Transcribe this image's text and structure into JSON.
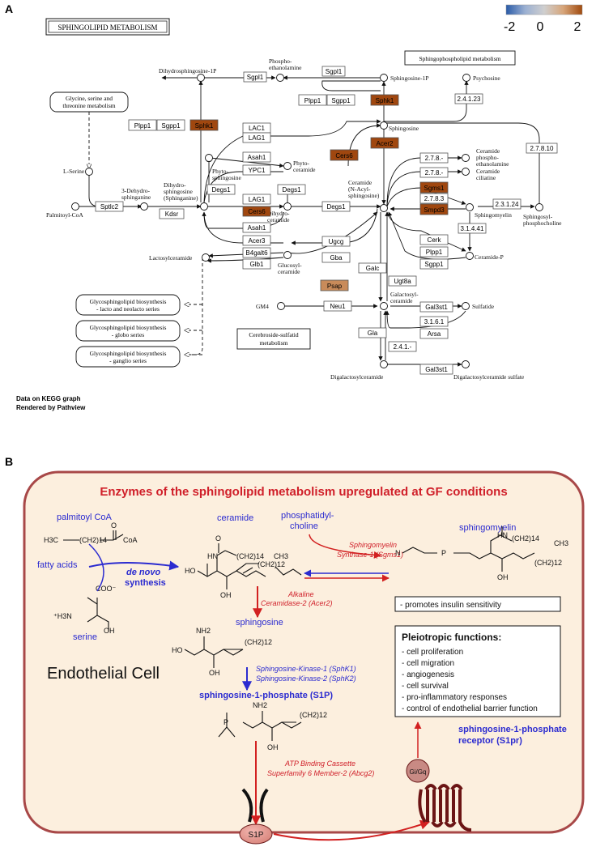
{
  "panelA": {
    "letter": "A",
    "title": "SPHINGOLIPID METABOLISM",
    "legend": {
      "min": "-2",
      "mid": "0",
      "max": "2"
    },
    "footer": [
      "Data on KEGG graph",
      "Rendered by Pathview"
    ],
    "pathway_boxes": {
      "sphingophospholipid": "Sphingophospholipid metabolism",
      "glycine": [
        "Glycine, serine and",
        "threonine metabolism"
      ],
      "cerebroside": [
        "Cerebroside-sulfatid",
        "metabolism"
      ],
      "lacto": [
        "Glycosphingolipid biosynthesis",
        "- lacto and neolacto series"
      ],
      "globo": [
        "Glycosphingolipid biosynthesis",
        "- globo series"
      ],
      "ganglio": [
        "Glycosphingolipid biosynthesis",
        "- ganglio series"
      ]
    },
    "compounds": {
      "dihydrosphingosine1p": "Dihydrosphingosine-1P",
      "phosphoethanolamine": [
        "Phospho-",
        "ethanolamine"
      ],
      "sphingosine1p": "Sphingosine-1P",
      "psychosine": "Psychosine",
      "sphingosine": "Sphingosine",
      "lserine": "L-Serine",
      "dehydrosphinganine": [
        "3-Dehydro-",
        "sphinganine"
      ],
      "dihydrosphingosine": [
        "Dihydro-",
        "sphingosine",
        "(Sphinganine)"
      ],
      "phytosphingosine": [
        "Phyto-",
        "sphingosine"
      ],
      "phytoceramide": [
        "Phyto-",
        "ceramide"
      ],
      "palmitoylcoa": "Palmitoyl-CoA",
      "dihydroceramide": [
        "Dihydro-",
        "ceramide"
      ],
      "ceramide": [
        "Ceramide",
        "(N-Acyl-",
        "sphingosine)"
      ],
      "ceramidephospho": [
        "Ceramide",
        "phospho-",
        "ethanolamine"
      ],
      "ceramideciliatine": [
        "Ceramide",
        "ciliatine"
      ],
      "sphingomyelin": "Sphingomyelin",
      "sphingosylphospho": [
        "Sphingosyl-",
        "phosphocholine"
      ],
      "ceramidep": "Ceramide-P",
      "lactosylceramide": "Lactosylceramide",
      "glucosylceramide": [
        "Glucosyl-",
        "ceramide"
      ],
      "galactosylceramide": [
        "Galactosyl-",
        "ceramide"
      ],
      "sulfatide": "Sulfatide",
      "gm4": "GM4",
      "digalactosylceramide": "Digalactosylceramide",
      "digalactosylsulfate": "Digalactosylceramide sulfate"
    },
    "enzymes": {
      "sgpl1_a": "Sgpl1",
      "sgpl1_b": "Sgpl1",
      "plpp1_a": "Plpp1",
      "sgpp1_a": "Sgpp1",
      "sphk1_a": "Sphk1",
      "plpp1_b": "Plpp1",
      "sgpp1_b": "Sgpp1",
      "sphk1_b": "Sphk1",
      "e2_4_1_23": "2.4.1.23",
      "lac1": "LAC1",
      "lag1_a": "LAG1",
      "asah1_a": "Asah1",
      "ypc1": "YPC1",
      "degs1_a": "Degs1",
      "lag1_b": "LAG1",
      "cers6_a": "Cers6",
      "degs1_b": "Degs1",
      "asah1_b": "Asah1",
      "acer3": "Acer3",
      "sptlc2": "Sptlc2",
      "kdsr": "Kdsr",
      "degs1_c": "Degs1",
      "cers6_b": "Cers6",
      "acer2": "Acer2",
      "e2_7_8_a": "2.7.8.-",
      "e2_7_8_b": "2.7.8.-",
      "e2_7_8_10": "2.7.8.10",
      "sgms1": "Sgms1",
      "e2_7_8_3": "2.7.8.3",
      "smpd3": "Smpd3",
      "e2_3_1_24": "2.3.1.24",
      "e3_1_4_41": "3.1.4.41",
      "cerk": "Cerk",
      "plpp1_c": "Plpp1",
      "sgpp1_c": "Sgpp1",
      "b4galt6": "B4galt6",
      "glb1": "Glb1",
      "ugcg": "Ugcg",
      "gba": "Gba",
      "galc": "Galc",
      "psap": "Psap",
      "ugt8a": "Ugt8a",
      "neu1": "Neu1",
      "gal3st1_a": "Gal3st1",
      "e3_1_6_1": "3.1.6.1",
      "arsa": "Arsa",
      "gla": "Gla",
      "e2_4_1": "2.4.1.-",
      "gal3st1_b": "Gal3st1"
    }
  },
  "panelB": {
    "letter": "B",
    "title": "Enzymes of the sphingolipid metabolism upregulated at GF conditions",
    "cell_label": "Endothelial Cell",
    "palmitoyl_coa": "palmitoyl CoA",
    "fatty_acids": "fatty acids",
    "serine": "serine",
    "de_novo": "de novo",
    "synthesis": "synthesis",
    "ceramide": "ceramide",
    "phosphatidylcholine": [
      "phosphatidyl-",
      "choline"
    ],
    "sphingomyelin": "sphingomyelin",
    "sgms1": [
      "Sphingomyelin",
      "Synthase-1 (Sgms1)"
    ],
    "acer2": [
      "Alkaline",
      "Ceramidase-2 (Acer2)"
    ],
    "sphingosine": "sphingosine",
    "sphk": [
      "Sphingosine-Kinase-1 (SphK1)",
      "Sphingosine-Kinase-2 (SphK2)"
    ],
    "s1p_full": "sphingosine-1-phosphate (S1P)",
    "abcg2": [
      "ATP Binding Cassette",
      "Superfamily 6 Member-2 (Abcg2)"
    ],
    "s1p": "S1P",
    "receptor": [
      "sphingosine-1-phosphate",
      "receptor (S1pr)"
    ],
    "gprotein": "Gi/Gq",
    "insulin": "- promotes insulin sensitivity",
    "pleiotropic_title": "Pleiotropic functions:",
    "pleiotropic": [
      "- cell proliferation",
      "- cell migration",
      "- angiogenesis",
      "- cell survival",
      "- pro-inflammatory responses",
      "- control of endothelial barrier function"
    ],
    "chem": {
      "h3c": "H3C",
      "ch2_14": "(CH2)14",
      "coa": "CoA",
      "o": "O",
      "coo": "COO⁻",
      "h3n": "⁺H3N",
      "oh": "OH",
      "ho": "HO",
      "hn": "HN",
      "nh2": "NH2",
      "ch3": "CH3",
      "ch2_12": "(CH2)12",
      "p": "P",
      "n": "N"
    }
  }
}
